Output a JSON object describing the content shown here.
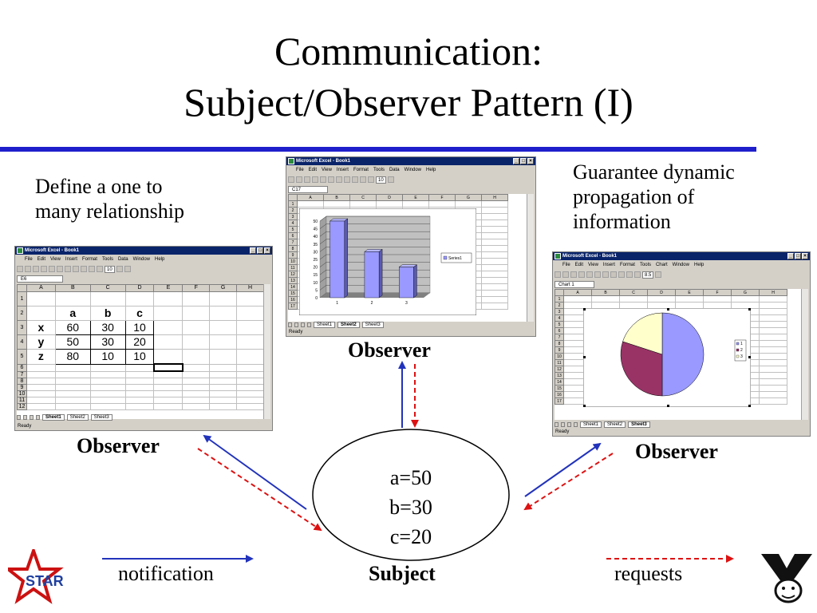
{
  "slide": {
    "title_line1": "Communication:",
    "title_line2": "Subject/Observer Pattern (I)",
    "left_text": [
      "Define a one to",
      "many relationship"
    ],
    "right_text": [
      "Guarantee dynamic",
      "propagation of",
      "information"
    ],
    "observer_labels": {
      "left": "Observer",
      "center": "Observer",
      "right": "Observer"
    },
    "subject": {
      "values": [
        "a=50",
        "b=30",
        "c=20"
      ],
      "label": "Subject"
    },
    "legend": {
      "notification": "notification",
      "requests": "requests"
    },
    "logos": {
      "left": "STAR"
    },
    "colors": {
      "rule": "#1f1fcc",
      "notification_arrow": "#2233bb",
      "request_arrow": "#dd1111"
    }
  },
  "excel": {
    "window_title": "Microsoft Excel - Book1",
    "window_buttons": [
      "_",
      "□",
      "×"
    ],
    "menu_items": [
      "File",
      "Edit",
      "View",
      "Insert",
      "Format",
      "Tools",
      "Data",
      "Window",
      "Help"
    ],
    "menu_items_chart": [
      "File",
      "Edit",
      "View",
      "Insert",
      "Format",
      "Tools",
      "Chart",
      "Window",
      "Help"
    ],
    "status": "Ready",
    "sheet_tabs": [
      "Sheet1",
      "Sheet2",
      "Sheet3"
    ],
    "font_size": "10",
    "chart_font_size": "8.5",
    "left": {
      "name_box": "E6",
      "columns": [
        "A",
        "B",
        "C",
        "D",
        "E",
        "F",
        "G",
        "H"
      ],
      "rows": [
        "1",
        "2",
        "3",
        "4",
        "5",
        "6",
        "7",
        "8",
        "9",
        "10",
        "11",
        "12"
      ],
      "header_row": [
        "",
        "a",
        "b",
        "c"
      ],
      "data_rows": [
        [
          "x",
          "60",
          "30",
          "10"
        ],
        [
          "y",
          "50",
          "30",
          "20"
        ],
        [
          "z",
          "80",
          "10",
          "10"
        ]
      ],
      "active_tab": "Sheet1"
    },
    "center": {
      "name_box": "C17",
      "columns": [
        "A",
        "B",
        "C",
        "D",
        "E",
        "F",
        "G",
        "H"
      ],
      "rows": [
        "1",
        "2",
        "3",
        "4",
        "5",
        "6",
        "7",
        "8",
        "9",
        "10",
        "11",
        "12",
        "13",
        "14",
        "15",
        "16",
        "17"
      ],
      "active_tab": "Sheet2"
    },
    "right": {
      "name_box": "Chart 1",
      "columns": [
        "A",
        "B",
        "C",
        "D",
        "E",
        "F",
        "G",
        "H"
      ],
      "rows": [
        "1",
        "2",
        "3",
        "4",
        "5",
        "6",
        "7",
        "8",
        "9",
        "10",
        "11",
        "12",
        "13",
        "14",
        "15",
        "16",
        "17"
      ],
      "active_tab": "Sheet3"
    }
  },
  "chart_data": [
    {
      "type": "bar",
      "categories": [
        "1",
        "2",
        "3"
      ],
      "series": [
        {
          "name": "Series1",
          "values": [
            50,
            30,
            20
          ]
        }
      ],
      "ylim": [
        0,
        50
      ],
      "yticks": [
        "0",
        "5",
        "10",
        "15",
        "20",
        "25",
        "30",
        "35",
        "40",
        "45",
        "50"
      ],
      "legend": "right",
      "colors": [
        "#9999ff"
      ]
    },
    {
      "type": "pie",
      "categories": [
        "1",
        "2",
        "3"
      ],
      "values": [
        50,
        30,
        20
      ],
      "legend": "right",
      "colors": [
        "#9999ff",
        "#993366",
        "#ffffcc"
      ]
    }
  ]
}
